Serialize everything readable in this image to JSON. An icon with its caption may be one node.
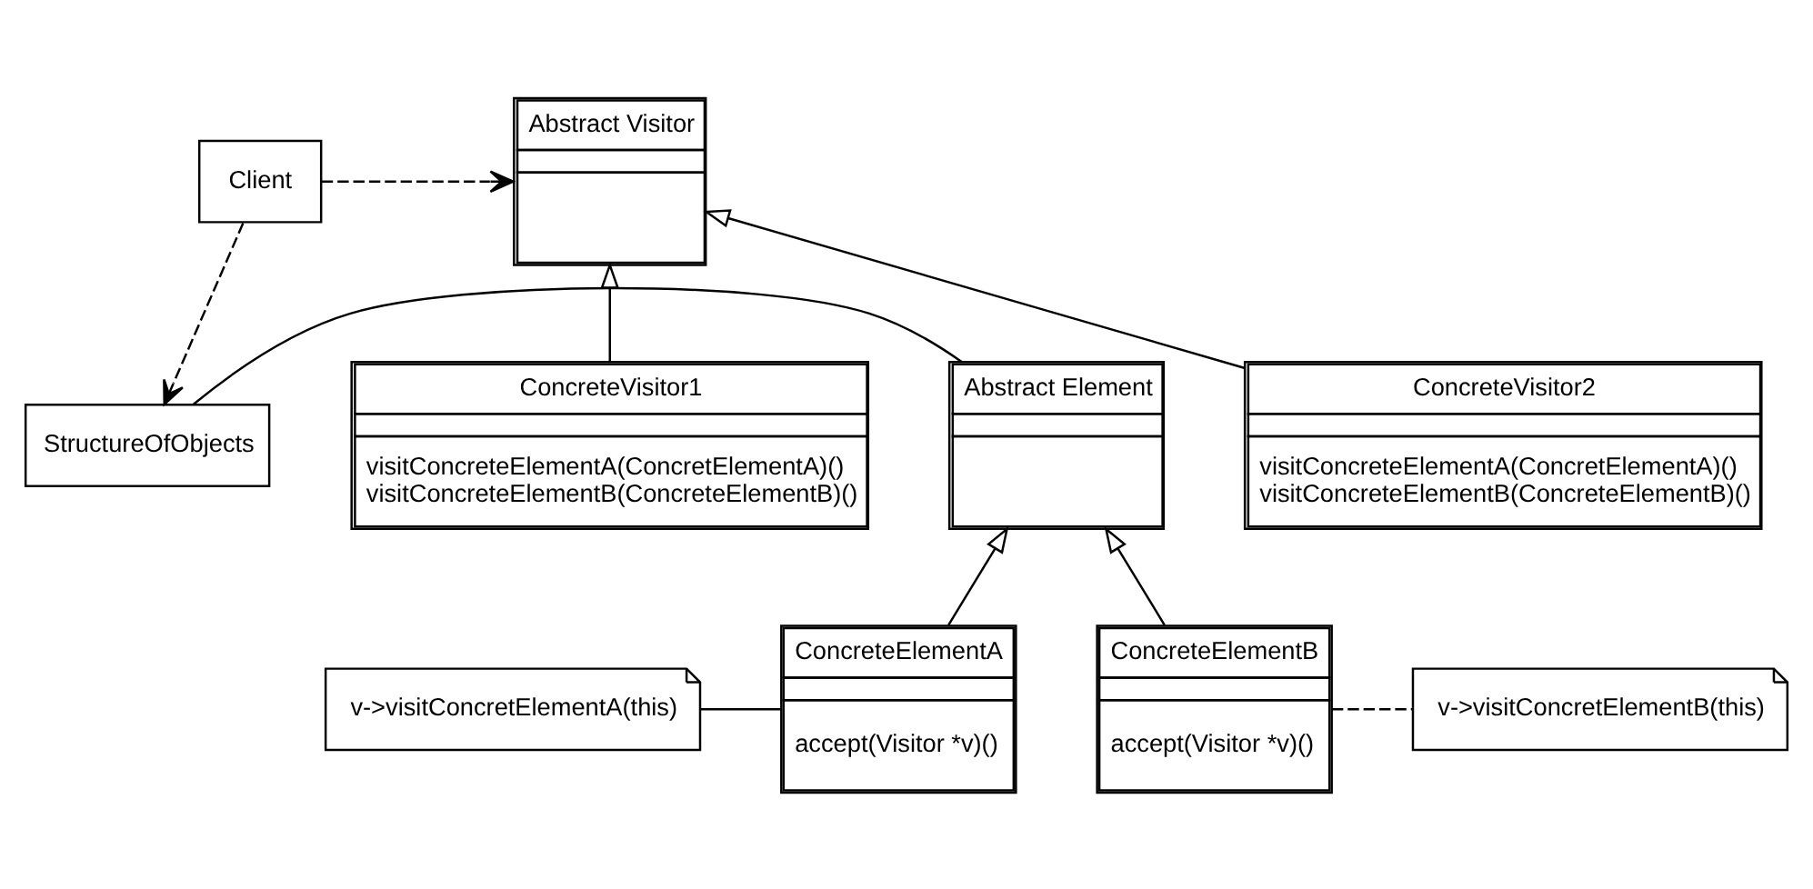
{
  "diagram": {
    "nodes": [
      {
        "text": [
          "Abstract Visitor"
        ]
      },
      {
        "text": [
          "ConcreteVisitor1",
          "visitConcreteElementA(ConcretElementA)()",
          "visitConcreteElementB(ConcreteElementB)()"
        ]
      },
      {
        "text": [
          "ConcreteVisitor2",
          "visitConcreteElementA(ConcretElementA)()",
          "visitConcreteElementB(ConcreteElementB)()"
        ]
      },
      {
        "text": [
          "Client"
        ]
      },
      {
        "text": [
          "Abstract Element"
        ]
      },
      {
        "text": [
          "StructureOfObjects"
        ]
      },
      {
        "text": [
          "v->visitConcretElementA(this)"
        ]
      },
      {
        "text": [
          "ConcreteElementA",
          "accept(Visitor *v)()"
        ]
      },
      {
        "text": [
          "ConcreteElementB",
          "accept(Visitor *v)()"
        ]
      },
      {
        "text": [
          "v->visitConcretElementB(this)"
        ]
      }
    ],
    "edges": [
      {
        "from": 3,
        "to": 0,
        "arrow": "to",
        "style": "dashed"
      },
      {
        "from": 1,
        "to": 0,
        "arrow": "to"
      },
      {
        "from": 2,
        "to": 0,
        "arrow": "to"
      },
      {
        "from": 3,
        "to": 5,
        "arrow": "to",
        "style": "dashed"
      },
      {
        "from": 4,
        "to": 5,
        "arrow": "none"
      },
      {
        "from": 7,
        "to": 4,
        "arrow": "to"
      },
      {
        "from": 8,
        "to": 4,
        "arrow": "to"
      },
      {
        "from": 6,
        "to": 7,
        "arrow": "none"
      },
      {
        "from": 8,
        "to": 9,
        "arrow": "none",
        "style": "dashed"
      }
    ]
  }
}
